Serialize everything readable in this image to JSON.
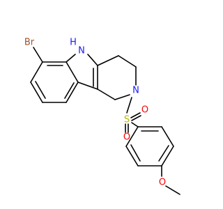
{
  "molecule": {
    "atoms": {
      "br": "Br",
      "nh": "N",
      "h": "H",
      "n": "N",
      "s": "S",
      "o1": "O",
      "o2": "O",
      "o3": "O"
    },
    "colors": {
      "bond": "#000000",
      "br": "#a0522d",
      "n": "#1a1aff",
      "s": "#b8b800",
      "o": "#ff0000"
    }
  }
}
